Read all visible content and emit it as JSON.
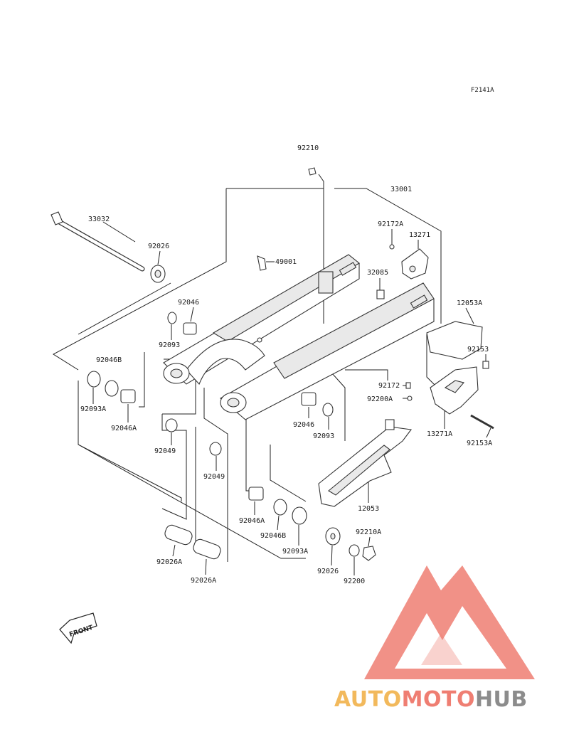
{
  "figure_code": "F2141A",
  "parts": [
    {
      "id": "92210"
    },
    {
      "id": "33001"
    },
    {
      "id": "33032"
    },
    {
      "id": "92026"
    },
    {
      "id": "92172A"
    },
    {
      "id": "13271"
    },
    {
      "id": "49001"
    },
    {
      "id": "32085"
    },
    {
      "id": "92046"
    },
    {
      "id": "12053A"
    },
    {
      "id": "92093"
    },
    {
      "id": "92153"
    },
    {
      "id": "92046B"
    },
    {
      "id": "92172"
    },
    {
      "id": "92200A"
    },
    {
      "id": "92093A"
    },
    {
      "id": "92046A"
    },
    {
      "id": "92046"
    },
    {
      "id": "92093"
    },
    {
      "id": "13271A"
    },
    {
      "id": "92153A"
    },
    {
      "id": "92049"
    },
    {
      "id": "92049"
    },
    {
      "id": "12053"
    },
    {
      "id": "92046A"
    },
    {
      "id": "92046B"
    },
    {
      "id": "92093A"
    },
    {
      "id": "92210A"
    },
    {
      "id": "92026"
    },
    {
      "id": "92200"
    },
    {
      "id": "92026A"
    },
    {
      "id": "92026A"
    }
  ],
  "front_label": "FRONT",
  "watermark": {
    "part1": "AUTO",
    "part2": "MOTO",
    "part3": "HUB",
    "colors": {
      "auto": "#f2b95c",
      "moto": "#ef7e72",
      "hub": "#8c8c8c",
      "logo": "#ef7e72"
    }
  }
}
